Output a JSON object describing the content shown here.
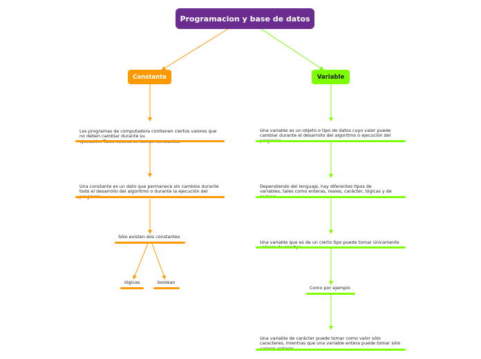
{
  "title": "Programacion y base de datos",
  "colors": {
    "root": "#6a2c8e",
    "constante": "#ff9900",
    "variable": "#7dff00"
  },
  "constante": {
    "label": "Constante",
    "topics": [
      "Los programas de computadora contienen ciertos valores que\nno deben cambiar durante su\n ejecución. Tales valores se llaman constantes",
      "Una constante es un dato que permanece sin cambios durante\ntodo el desarrollo del algoritmo o durante la ejecución del\nprograma",
      "Sólo existen dos constantes"
    ],
    "subtopics": [
      "lógicas",
      "boolean"
    ]
  },
  "variable": {
    "label": "Variable",
    "topics": [
      "Una variable es un objeto o tipo de datos cuyo valor puede\ncambiar durante el desarrollo del algoritmo o ejecución del\nprograma",
      "Dependiendo del lenguaje, hay diferentes tipos de\nvariables, tales como enteras,  reales, carácter, lógicas y de\ncadena",
      "Una variable que es de un cierto tipo puede tomar únicamente\nvalores de ese tipo",
      "Como por ejemplo",
      "Una variable de carácter puede tomar como valor sólo\ncaracteres, mientras que una variable entera puede tomar sólo\nvalores enteros."
    ]
  }
}
